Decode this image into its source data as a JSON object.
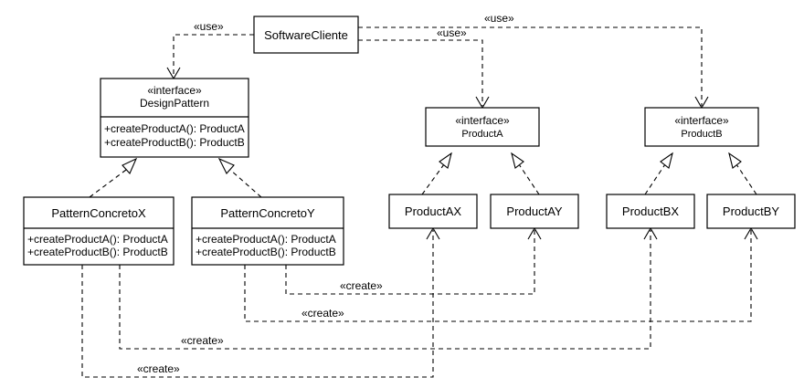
{
  "classes": {
    "software_cliente": {
      "name": "SoftwareCliente"
    },
    "design_pattern": {
      "stereotype": "«interface»",
      "name": "DesignPattern",
      "ops": [
        "+createProductA(): ProductA",
        "+createProductB(): ProductB"
      ]
    },
    "product_a_iface": {
      "stereotype": "«interface»",
      "name": "ProductA"
    },
    "product_b_iface": {
      "stereotype": "«interface»",
      "name": "ProductB"
    },
    "pattern_concreto_x": {
      "name": "PatternConcretoX",
      "ops": [
        "+createProductA(): ProductA",
        "+createProductB(): ProductB"
      ]
    },
    "pattern_concreto_y": {
      "name": "PatternConcretoY",
      "ops": [
        "+createProductA(): ProductA",
        "+createProductB(): ProductB"
      ]
    },
    "product_ax": {
      "name": "ProductAX"
    },
    "product_ay": {
      "name": "ProductAY"
    },
    "product_bx": {
      "name": "ProductBX"
    },
    "product_by": {
      "name": "ProductBY"
    }
  },
  "relations": {
    "use_design_pattern": "«use»",
    "use_product_a": "«use»",
    "use_product_b": "«use»",
    "create_y_ay": "«create»",
    "create_y_by": "«create»",
    "create_x_bx": "«create»",
    "create_x_ax": "«create»"
  }
}
